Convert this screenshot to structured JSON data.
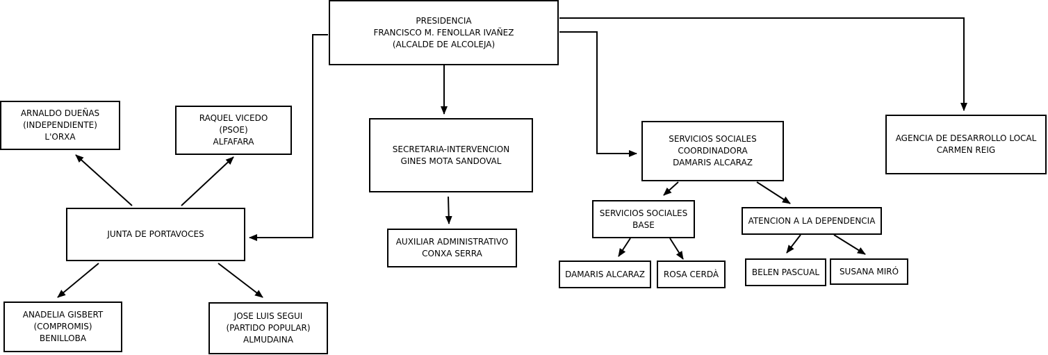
{
  "nodes": {
    "presidencia": [
      "PRESIDENCIA",
      "FRANCISCO M. FENOLLAR IVAÑEZ",
      "(ALCALDE DE ALCOLEJA)"
    ],
    "arnaldo": [
      "ARNALDO DUEÑAS",
      "(INDEPENDIENTE)",
      "L'ORXA"
    ],
    "raquel": [
      "RAQUEL VICEDO",
      "(PSOE)",
      "ALFAFARA"
    ],
    "junta": [
      "JUNTA DE PORTAVOCES"
    ],
    "anadelia": [
      "ANADELIA GISBERT",
      "(COMPROMIS)",
      "BENILLOBA"
    ],
    "jose": [
      "JOSE LUIS SEGUI",
      "(PARTIDO POPULAR)",
      "ALMUDAINA"
    ],
    "secretaria": [
      "SECRETARIA-INTERVENCION",
      "GINES MOTA SANDOVAL"
    ],
    "auxiliar": [
      "AUXILIAR ADMINISTRATIVO",
      "CONXA SERRA"
    ],
    "ss_coord": [
      "SERVICIOS SOCIALES",
      "COORDINADORA",
      "DAMARIS ALCARAZ"
    ],
    "ss_base": [
      "SERVICIOS SOCIALES",
      "BASE"
    ],
    "dependencia": [
      "ATENCION A LA DEPENDENCIA"
    ],
    "damaris": [
      "DAMARIS ALCARAZ"
    ],
    "rosa": [
      "ROSA CERDÀ"
    ],
    "belen": [
      "BELEN PASCUAL"
    ],
    "susana": [
      "SUSANA MIRÓ"
    ],
    "agencia": [
      "AGENCIA DE DESARROLLO LOCAL",
      "CARMEN REIG"
    ]
  }
}
